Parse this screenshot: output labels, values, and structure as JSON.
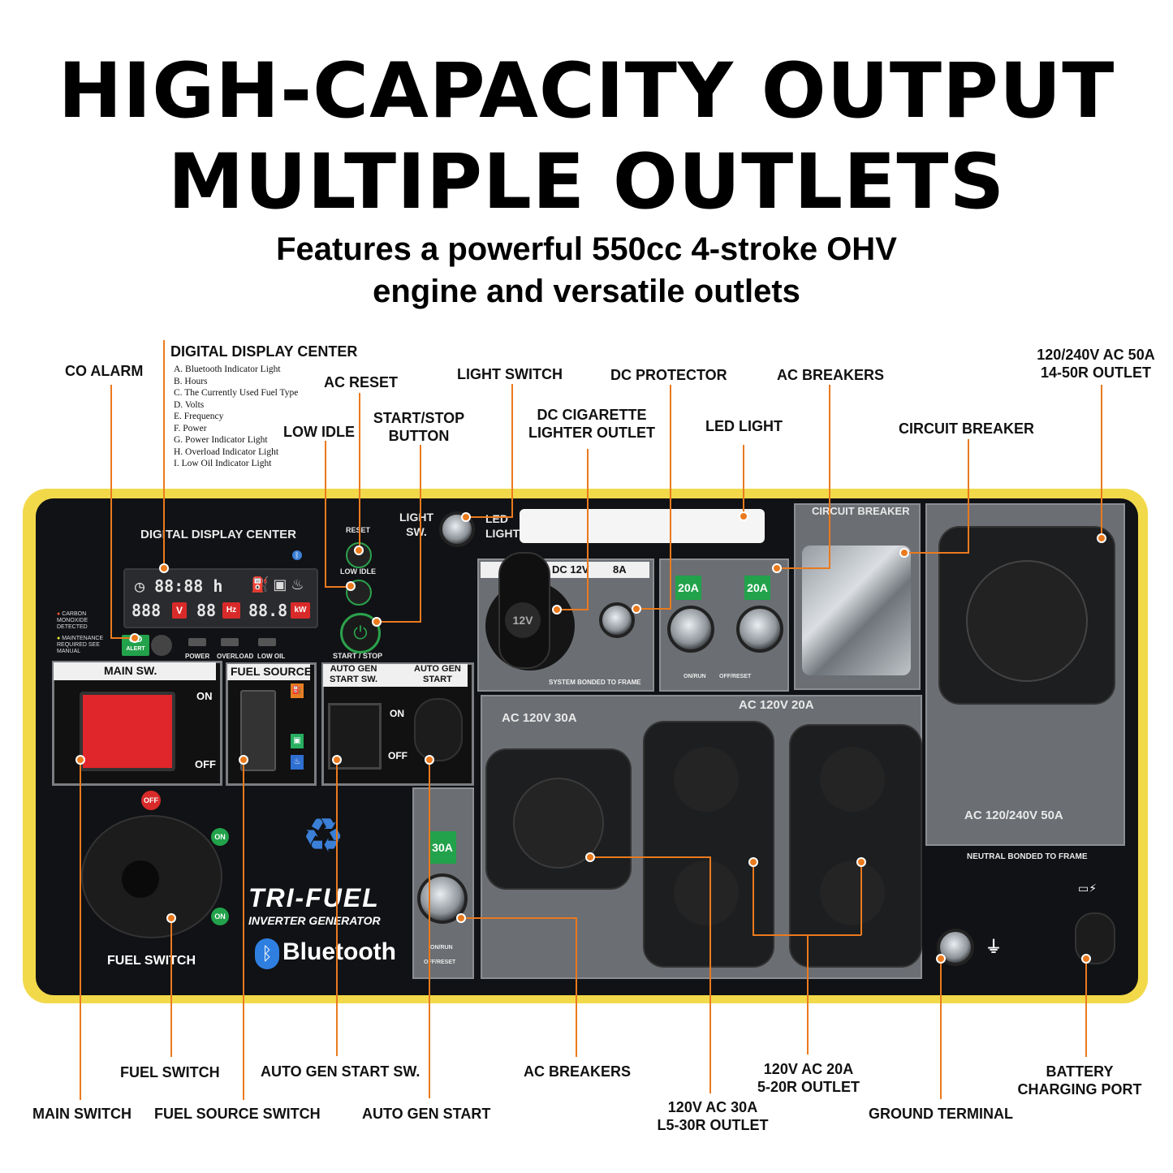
{
  "headline": {
    "line1": "HIGH-CAPACITY OUTPUT",
    "line2": "MULTIPLE OUTLETS"
  },
  "subheadline": {
    "line1": "Features a powerful 550cc 4-stroke OHV",
    "line2": "engine and versatile outlets"
  },
  "callouts": {
    "co_alarm": "CO ALARM",
    "digital_display_center": "DIGITAL DISPLAY CENTER",
    "ac_reset": "AC RESET",
    "low_idle": "LOW IDLE",
    "start_stop_1": "START/STOP",
    "start_stop_2": "BUTTON",
    "light_switch": "LIGHT SWITCH",
    "dc_cig_1": "DC CIGARETTE",
    "dc_cig_2": "LIGHTER OUTLET",
    "dc_protector": "DC PROTECTOR",
    "led_light": "LED LIGHT",
    "ac_breakers_top": "AC BREAKERS",
    "circuit_breaker": "CIRCUIT BREAKER",
    "outlet_50a_1": "120/240V AC 50A",
    "outlet_50a_2": "14-50R OUTLET",
    "main_switch": "MAIN SWITCH",
    "fuel_switch": "FUEL SWITCH",
    "fuel_source_switch": "FUEL SOURCE SWITCH",
    "auto_gen_start_sw": "AUTO GEN START SW.",
    "auto_gen_start": "AUTO GEN START",
    "ac_breakers_bottom": "AC BREAKERS",
    "outlet_30a_1": "120V AC 30A",
    "outlet_30a_2": "L5-30R OUTLET",
    "outlet_20a_1": "120V AC 20A",
    "outlet_20a_2": "5-20R OUTLET",
    "ground_terminal": "GROUND TERMINAL",
    "battery_1": "BATTERY",
    "battery_2": "CHARGING PORT"
  },
  "display_legend": [
    "A. Bluetooth Indicator Light",
    "B. Hours",
    "C. The Currently Used Fuel Type",
    "D. Volts",
    "E. Frequency",
    "F. Power",
    "G. Power Indicator Light",
    "H. Overload Indicator Light",
    "I. Low Oil Indicator Light"
  ],
  "panel": {
    "display_title": "DIGITAL DISPLAY CENTER",
    "hours": "88:88 h",
    "volts": "888",
    "volts_unit": "V",
    "freq": "88",
    "freq_unit": "Hz",
    "power": "88.8",
    "power_unit": "kW",
    "carbon": "CARBON MONOXIDE DETECTED",
    "maintenance": "MAINTENANCE REQUIRED SEE MANUAL",
    "co": "CO",
    "co_alert": "ALERT",
    "power_lbl": "POWER",
    "overload_lbl": "OVERLOAD",
    "low_oil_lbl": "LOW OIL",
    "reset": "RESET",
    "low_idle": "LOW IDLE",
    "start_stop": "START / STOP",
    "light_sw_1": "LIGHT",
    "light_sw_2": "SW.",
    "led_1": "LED",
    "led_2": "LIGHT",
    "dc12v": "DC 12V",
    "dc8a": "8A",
    "cig": "12V",
    "system_bonded": "SYSTEM BONDED TO FRAME",
    "b20a_1": "20A",
    "b20a_2": "20A",
    "on_run": "ON/RUN",
    "off_reset": "OFF/RESET",
    "circuit_breaker": "CIRCUIT BREAKER",
    "main_sw": "MAIN SW.",
    "on": "ON",
    "off": "OFF",
    "fuel_source": "FUEL SOURCE",
    "auto_gen_sw_1": "AUTO GEN",
    "auto_gen_sw_2": "START SW.",
    "auto_gen_1": "AUTO GEN",
    "auto_gen_2": "START",
    "ac30": "AC 120V 30A",
    "ac20": "AC 120V 20A",
    "b30a": "30A",
    "ac50": "AC 120/240V 50A",
    "neutral_bonded": "NEUTRAL BONDED TO FRAME",
    "fuel_off": "OFF",
    "fuel_on": "ON",
    "fuel_switch": "FUEL SWITCH",
    "brand": "TRI-FUEL",
    "brand_sub": "INVERTER GENERATOR",
    "bluetooth": "Bluetooth"
  },
  "colors": {
    "accent": "#ea7a1e",
    "frame": "#f2d94a",
    "panel": "#111215",
    "plate": "#6b6e73",
    "led_red": "#d92a2a",
    "green": "#22a24b"
  }
}
